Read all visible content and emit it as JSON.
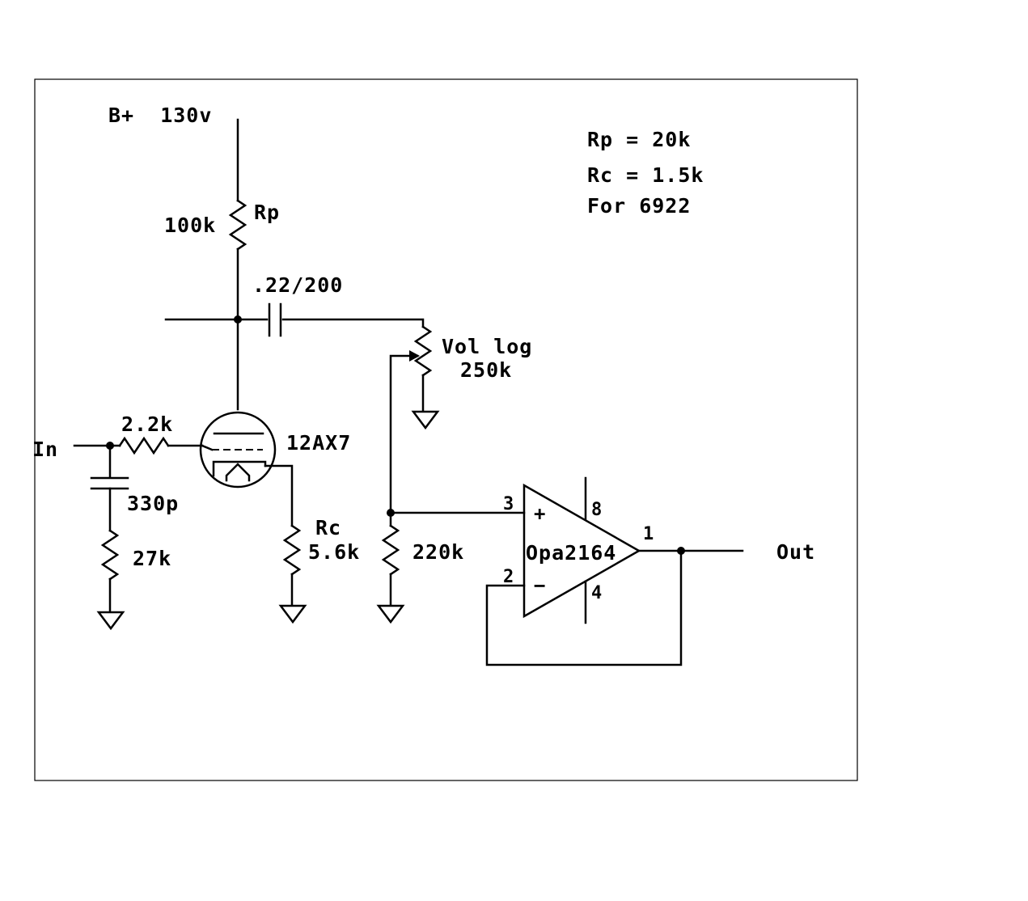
{
  "supply": {
    "label": "B+  130v"
  },
  "notes": {
    "line1": "Rp = 20k",
    "line2": "Rc = 1.5k",
    "line3": "For 6922"
  },
  "plate_resistor": {
    "value": "100k",
    "name": "Rp"
  },
  "coupling_cap": {
    "value": ".22/200"
  },
  "volume_pot": {
    "name": "Vol log",
    "value": "250k"
  },
  "input": {
    "label": "In"
  },
  "grid_stopper": {
    "value": "2.2k"
  },
  "tube": {
    "name": "12AX7"
  },
  "input_cap": {
    "value": "330p"
  },
  "input_resistor": {
    "value": "27k"
  },
  "cathode_resistor": {
    "name": "Rc",
    "value": "5.6k"
  },
  "bias_resistor": {
    "value": "220k"
  },
  "opamp": {
    "name": "Opa2164",
    "plus": "+",
    "minus": "−",
    "pin_plus": "3",
    "pin_minus": "2",
    "pin_v_plus": "8",
    "pin_v_minus": "4",
    "pin_out": "1"
  },
  "output": {
    "label": "Out"
  }
}
